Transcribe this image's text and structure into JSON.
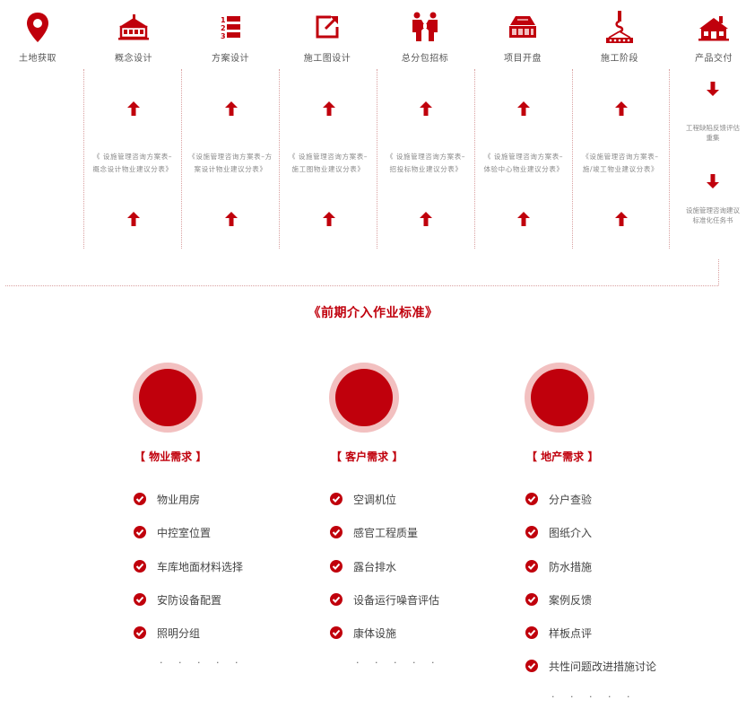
{
  "stages": [
    {
      "label": "土地获取",
      "icon": "map-pin-icon"
    },
    {
      "label": "概念设计",
      "icon": "building-icon"
    },
    {
      "label": "方案设计",
      "icon": "numbered-list-icon"
    },
    {
      "label": "施工图设计",
      "icon": "export-icon"
    },
    {
      "label": "总分包招标",
      "icon": "handshake-icon"
    },
    {
      "label": "项目开盘",
      "icon": "pavilion-icon"
    },
    {
      "label": "施工阶段",
      "icon": "crane-hook-icon"
    },
    {
      "label": "产品交付",
      "icon": "house-icon"
    }
  ],
  "stage_notes": [
    "《 设施管理咨询方案表–概念设计物业建议分表》",
    "《设施管理咨询方案表–方案设计物业建议分表》",
    "《 设施管理咨询方案表–施工图物业建议分表》",
    "《 设施管理咨询方案表–招投标物业建议分表》",
    "《 设施管理咨询方案表–体验中心物业建议分表》",
    "《设施管理咨询方案表–施/竣工物业建议分表》"
  ],
  "delivery_notes": [
    "工程缺陷反馈评估重集",
    "设施管理咨询建议标准化任务书"
  ],
  "main_title": "《前期介入作业标准》",
  "categories": [
    {
      "title": "【 物业需求 】",
      "items": [
        "物业用房",
        "中控室位置",
        "车库地面材料选择",
        "安防设备配置",
        "照明分组"
      ],
      "more": "· · · · ·"
    },
    {
      "title": "【 客户需求 】",
      "items": [
        "空调机位",
        "感官工程质量",
        "露台排水",
        "设备运行噪音评估",
        "康体设施"
      ],
      "more": "· · · · ·"
    },
    {
      "title": "【 地产需求 】",
      "items": [
        "分户查验",
        "图纸介入",
        "防水措施",
        "案例反馈",
        "样板点评",
        "共性问题改进措施讨论"
      ],
      "more": "· · · · ·"
    }
  ],
  "colors": {
    "accent": "#c0000c",
    "accent_light": "#f2c0c0",
    "divider": "#d9a0a0"
  }
}
